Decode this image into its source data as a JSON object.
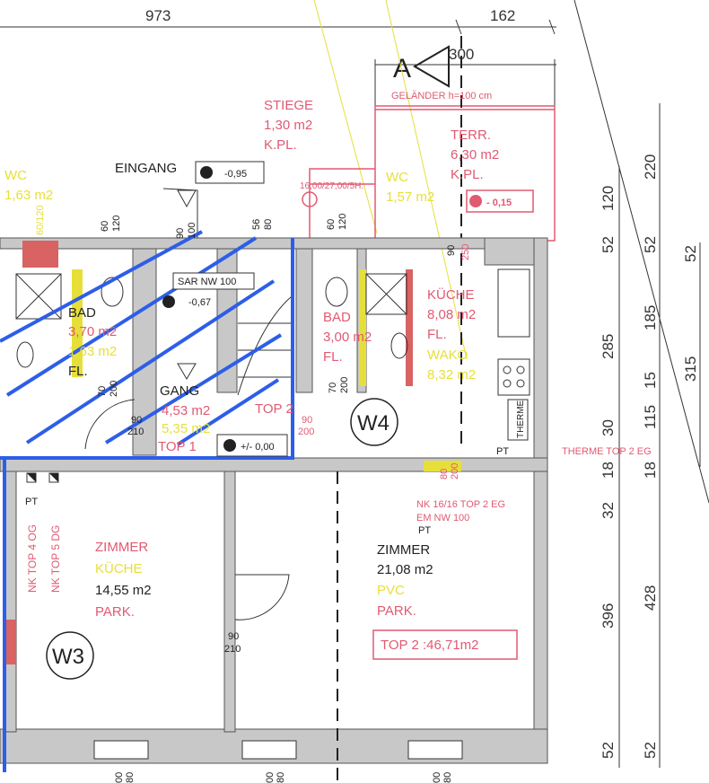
{
  "top_dims": {
    "overall": "973",
    "right": "162",
    "terrace": "300"
  },
  "section_marker": "A",
  "terrace": {
    "railing": "GELÄNDER  h=100 cm",
    "name": "TERR.",
    "area": "6,30 m2",
    "floor": "K.PL.",
    "level": "- 0,15"
  },
  "stair": {
    "name": "STIEGE",
    "area": "1,30 m2",
    "floor": "K.PL.",
    "steps": "16,00/27,00/5H."
  },
  "entrance": {
    "name": "EINGANG",
    "level": "-0,95"
  },
  "wc_left": {
    "name": "WC",
    "area": "1,63 m2",
    "door": "60/120"
  },
  "wc_right": {
    "name": "WC",
    "area": "1,57 m2"
  },
  "bad_left": {
    "name": "BAD",
    "area": "3,70 m2",
    "area2": "1,63 m2",
    "floor": "FL."
  },
  "bad_right": {
    "name": "BAD",
    "area": "3,00 m2",
    "floor": "FL."
  },
  "gang": {
    "name": "GANG",
    "area": "4,53 m2",
    "area2": "5,35 m2",
    "top1": "TOP 1",
    "top2": "TOP 2",
    "level": "+/- 0,00",
    "level_mid": "-0,67",
    "sar": "SAR  NW 100"
  },
  "kitchen": {
    "name": "KÜCHE",
    "area": "8,08 m2",
    "floor": "FL.",
    "alt_name": "WAKO",
    "alt_area": "8,32 m2",
    "therme": "THERME",
    "therme_label": "THERME  TOP 2  EG",
    "pt": "PT"
  },
  "window_labels": [
    "W3",
    "W4"
  ],
  "door_dims": {
    "d1": [
      "60",
      "120"
    ],
    "d2": [
      "90",
      "100"
    ],
    "d3": [
      "56",
      "80"
    ],
    "d4": [
      "60",
      "120"
    ],
    "d5": [
      "70",
      "200"
    ],
    "d6": [
      "70",
      "200"
    ],
    "d7": [
      "90",
      "210"
    ],
    "d8": [
      "90",
      "200"
    ],
    "d9": [
      "90",
      "250"
    ],
    "d10": [
      "90",
      "210"
    ],
    "d11": [
      "80",
      "200"
    ],
    "w1": [
      "00",
      "80"
    ],
    "w2": [
      "00",
      "80"
    ],
    "w3": [
      "00",
      "80"
    ]
  },
  "room_left": {
    "name": "ZIMMER",
    "alt": "KÜCHE",
    "area": "14,55 m2",
    "floor": "PARK.",
    "nk1": "NK TOP 4 OG",
    "nk2": "NK TOP 5 DG",
    "pt": "PT"
  },
  "room_right": {
    "name": "ZIMMER",
    "area": "21,08 m2",
    "alt": "PVC",
    "floor": "PARK.",
    "nk": "NK 16/16  TOP 2 EG",
    "em": "EM  NW 100",
    "pt": "PT",
    "total": "TOP 2 :46,71m2"
  },
  "right_dims": {
    "col1": [
      "120",
      "52",
      "285",
      "30",
      "18",
      "32",
      "396",
      "52"
    ],
    "col2": [
      "220",
      "52",
      "185",
      "15",
      "115",
      "18",
      "428",
      "52"
    ],
    "col3": [
      "52",
      "315"
    ]
  }
}
